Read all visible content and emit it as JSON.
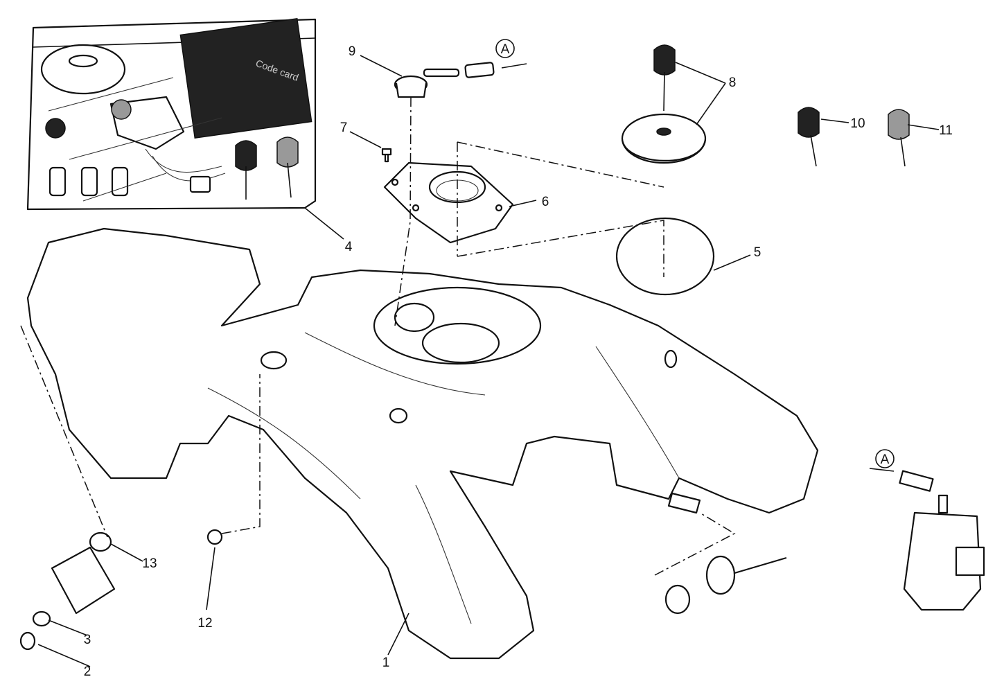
{
  "diagram": {
    "inset_card_text": "Code card",
    "reference_marker": "A",
    "callouts": [
      {
        "number": "1"
      },
      {
        "number": "2"
      },
      {
        "number": "3"
      },
      {
        "number": "4"
      },
      {
        "number": "5"
      },
      {
        "number": "6"
      },
      {
        "number": "7"
      },
      {
        "number": "8"
      },
      {
        "number": "9"
      },
      {
        "number": "10"
      },
      {
        "number": "11"
      },
      {
        "number": "12"
      },
      {
        "number": "13"
      }
    ]
  }
}
